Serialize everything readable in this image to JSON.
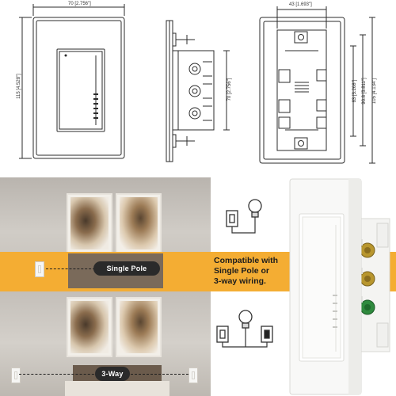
{
  "drawings": {
    "front": {
      "width_label": "70 [2.756\"]",
      "height_label": "115 [4.528\"]"
    },
    "side": {
      "depth_label": "70 [2.756\"]"
    },
    "back": {
      "width_label": "43 [1.693\"]",
      "dim_a_label": "83 [3.268\"]",
      "dim_b_label": "96.8 [3.811\"]",
      "dim_c_label": "105 [4.134\"]"
    }
  },
  "scenes": {
    "single_pole_label": "Single Pole",
    "three_way_label": "3-Way"
  },
  "callout": {
    "line1": "Compatible with",
    "line2": "Single Pole or",
    "line3": "3-way wiring."
  },
  "colors": {
    "accent_band": "#f4ad33",
    "pill": "#2a2a2a",
    "line": "#1f1f1f"
  },
  "icons": [
    "light-bulb-icon",
    "wall-switch-icon",
    "wiring-line-icon"
  ]
}
